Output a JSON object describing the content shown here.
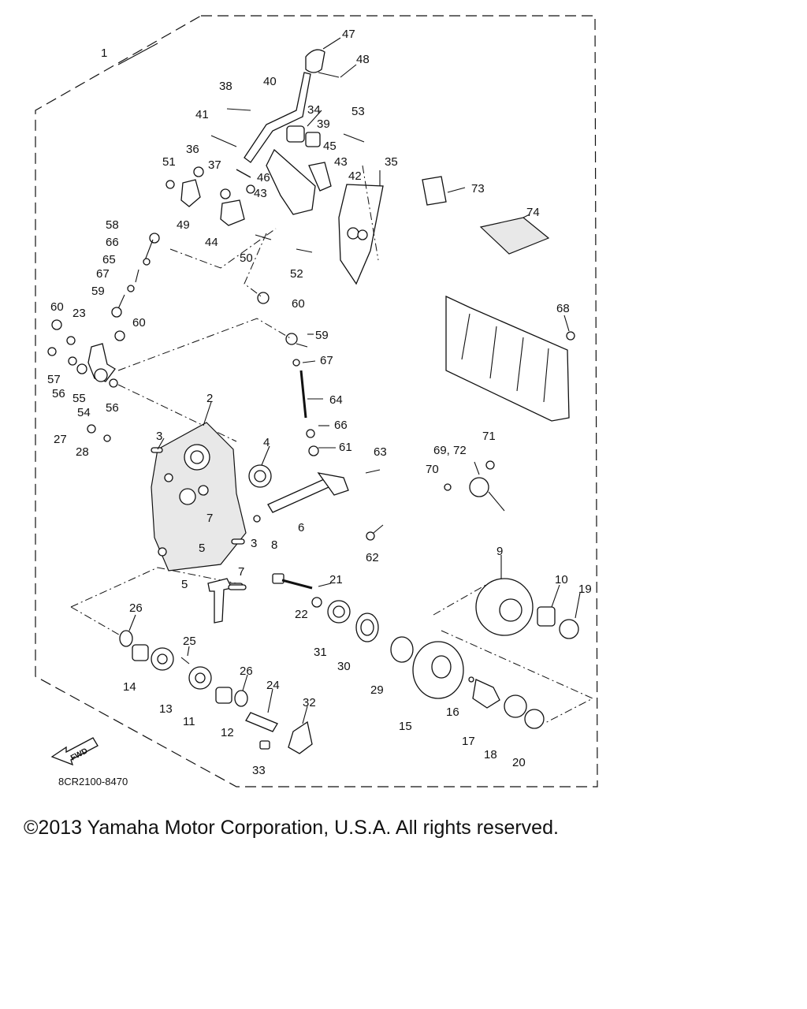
{
  "diagram": {
    "ref_code": "8CR2100-8470",
    "fwd_label": "FWD",
    "callouts": [
      "1",
      "2",
      "3",
      "3",
      "4",
      "5",
      "5",
      "6",
      "7",
      "7",
      "8",
      "9",
      "10",
      "11",
      "12",
      "13",
      "14",
      "15",
      "16",
      "17",
      "18",
      "19",
      "20",
      "21",
      "22",
      "23",
      "24",
      "25",
      "26",
      "26",
      "27",
      "28",
      "29",
      "30",
      "31",
      "32",
      "33",
      "34",
      "35",
      "36",
      "37",
      "38",
      "39",
      "40",
      "41",
      "42",
      "43",
      "43",
      "44",
      "45",
      "46",
      "47",
      "48",
      "49",
      "50",
      "51",
      "52",
      "53",
      "54",
      "55",
      "56",
      "56",
      "57",
      "58",
      "59",
      "59",
      "60",
      "60",
      "60",
      "61",
      "62",
      "63",
      "64",
      "65",
      "66",
      "66",
      "67",
      "67",
      "68",
      "69, 72",
      "70",
      "71",
      "73",
      "74"
    ]
  },
  "footer": {
    "copyright": "©2013 Yamaha Motor Corporation, U.S.A. All rights reserved."
  }
}
